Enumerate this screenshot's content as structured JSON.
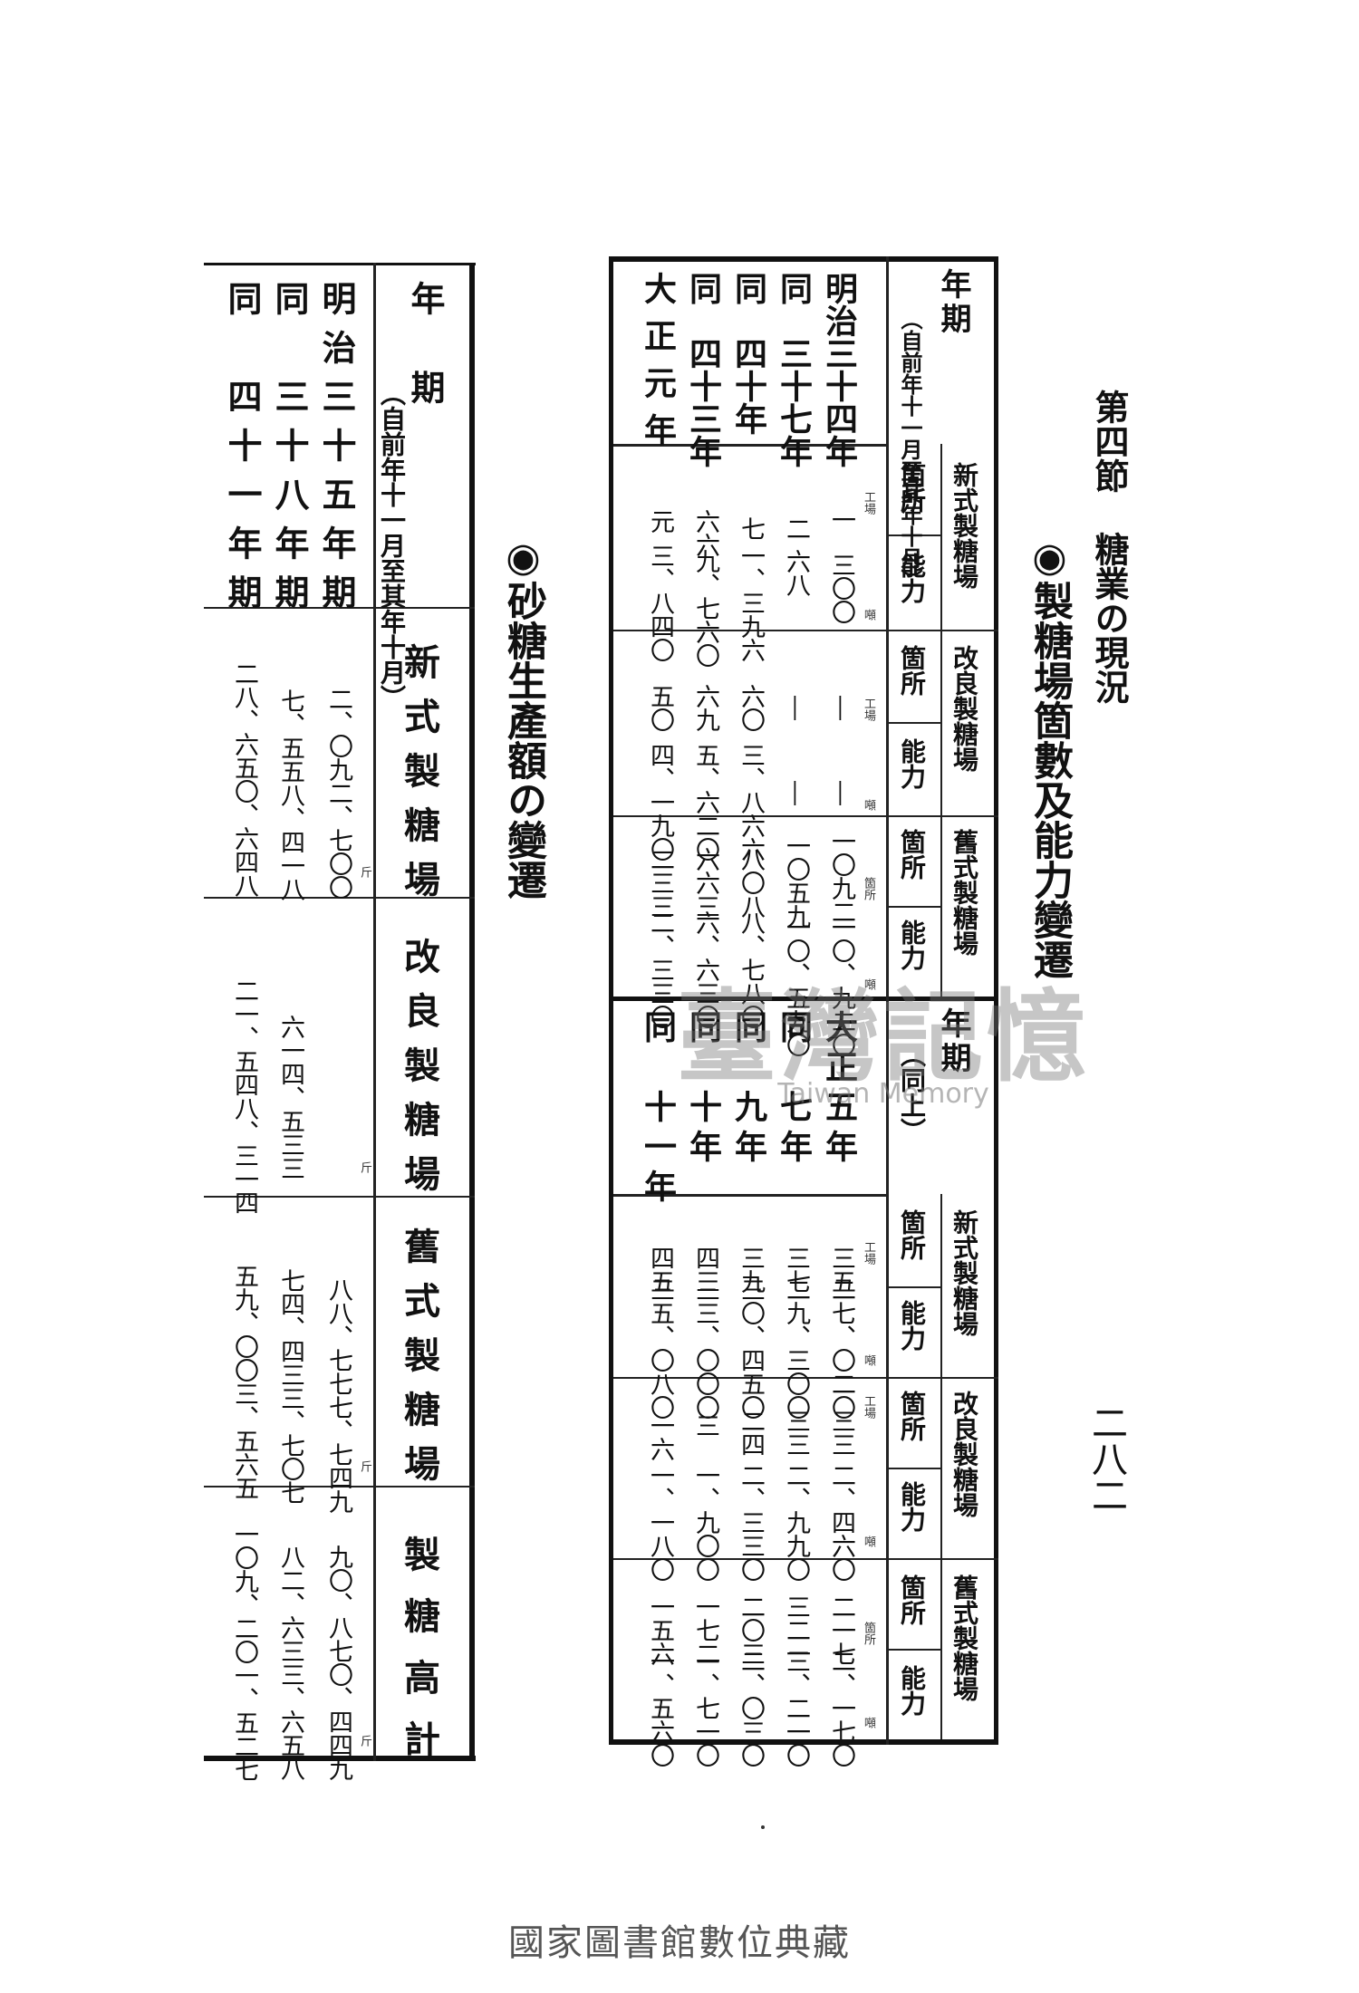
{
  "running_head": {
    "section": "第四節",
    "title": "糖業の現況",
    "page_number": "二八二"
  },
  "table1": {
    "title": "◉製糖場箇數及能力變遷",
    "upper": {
      "year_header": "年期",
      "year_sub": "（自前年十一月至其年十月）",
      "groups": [
        {
          "name": "新式製糖場",
          "subs": [
            "箇所",
            "能力"
          ],
          "units": [
            "工場",
            "噸"
          ]
        },
        {
          "name": "改良製糖場",
          "subs": [
            "箇所",
            "能力"
          ],
          "units": [
            "工場",
            "噸"
          ]
        },
        {
          "name": "舊式製糖場",
          "subs": [
            "箇所",
            "能力"
          ],
          "units": [
            "箇所",
            "噸"
          ]
        }
      ],
      "rows": [
        {
          "year": "明治三十四年",
          "cells": [
            "一",
            "三〇〇",
            "―",
            "―",
            "一〇九二",
            "一〇、九二〇"
          ]
        },
        {
          "year": "同　三十七年",
          "cells": [
            "二",
            "六八",
            "―",
            "―",
            "一〇五九",
            "一〇、五九〇"
          ]
        },
        {
          "year": "同　四十年",
          "cells": [
            "七",
            "一、三九六",
            "六〇",
            "三、八六六",
            "八〇八",
            "八、七八〇"
          ]
        },
        {
          "year": "同　四十三年",
          "cells": [
            "六六",
            "九、七六〇",
            "六九",
            "五、六二〇",
            "六六三",
            "六、六三〇"
          ]
        },
        {
          "year": "大正元年",
          "cells": [
            "元",
            "三、八四〇",
            "五〇",
            "四、一九〇",
            "二三三",
            "二、三三〇"
          ]
        }
      ]
    },
    "lower": {
      "year_header": "年期",
      "year_sub": "（同上）",
      "groups": [
        {
          "name": "新式製糖場",
          "subs": [
            "箇所",
            "能力"
          ],
          "units": [
            "工場",
            "噸"
          ]
        },
        {
          "name": "改良製糖場",
          "subs": [
            "箇所",
            "能力"
          ],
          "units": [
            "工場",
            "噸"
          ]
        },
        {
          "name": "舊式製糖場",
          "subs": [
            "箇所",
            "能力"
          ],
          "units": [
            "箇所",
            "噸"
          ]
        }
      ],
      "rows": [
        {
          "year": "大正五年",
          "cells": [
            "三五",
            "二七、〇二〇",
            "三三",
            "二、四六〇",
            "二一七",
            "二、一七〇"
          ]
        },
        {
          "year": "同　七年",
          "cells": [
            "三七",
            "二九、三〇〇",
            "三三",
            "二、九九〇",
            "三二一",
            "三、二一〇"
          ]
        },
        {
          "year": "同　九年",
          "cells": [
            "三九",
            "三〇、四五〇",
            "二四",
            "二、三三〇",
            "二〇三",
            "二、〇三〇"
          ]
        },
        {
          "year": "同　十年",
          "cells": [
            "四三",
            "三三、〇〇〇",
            "三",
            "一、九〇〇",
            "一七二",
            "一、七一〇"
          ]
        },
        {
          "year": "同　十一年",
          "cells": [
            "四五",
            "三五、〇八〇",
            "一六",
            "一、一八〇",
            "一五六",
            "一、五六〇"
          ]
        }
      ]
    }
  },
  "table2": {
    "title": "◉砂糖生產額の變遷",
    "year_header": "年期",
    "year_sub": "（自前年十一月至其年十月）",
    "columns": [
      "新式製糖場",
      "改良製糖場",
      "舊式製糖場",
      "製糖高計"
    ],
    "unit": "斤",
    "rows": [
      {
        "year": "明治三十五年期",
        "cells": [
          "二、〇九二、七〇〇",
          "",
          "八八、七七七、七四九",
          "九〇、八七〇、四四九"
        ]
      },
      {
        "year": "同　三十八年期",
        "cells": [
          "七、五五八、四一八",
          "六一四、五三三",
          "七四、四三三、七〇七",
          "八二、六三三、六五八"
        ]
      },
      {
        "year": "同　四十一年期",
        "cells": [
          "二八、六五〇、六四八",
          "二一、五四八、三一四",
          "五九、〇〇三、五六五",
          "一〇九、二〇一、五二七"
        ]
      }
    ]
  },
  "watermark": {
    "cn": "臺灣記憶",
    "en": "Taiwan Memory"
  },
  "footer": "國家圖書館數位典藏"
}
